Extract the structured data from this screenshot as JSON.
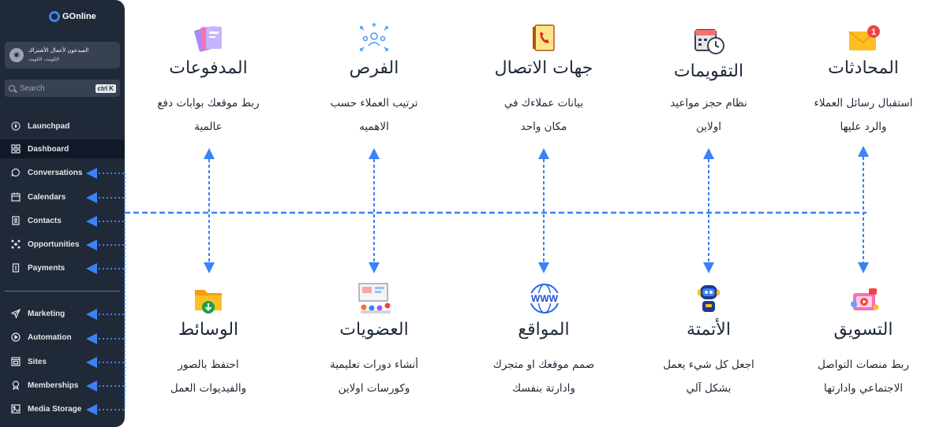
{
  "sidebar": {
    "logo_text": "GOnline",
    "account_name": "المبدعون لأعمال الأشتراك",
    "account_location": "الكويت، الكويت",
    "search_placeholder": "Search",
    "search_shortcut": "ctrl K",
    "items": [
      {
        "label": "Launchpad",
        "icon": "rocket-icon"
      },
      {
        "label": "Dashboard",
        "icon": "grid-icon",
        "active": true
      },
      {
        "label": "Conversations",
        "icon": "chat-icon"
      },
      {
        "label": "Calendars",
        "icon": "calendar-icon"
      },
      {
        "label": "Contacts",
        "icon": "contact-book-icon"
      },
      {
        "label": "Opportunities",
        "icon": "network-icon"
      },
      {
        "label": "Payments",
        "icon": "receipt-icon"
      },
      {
        "label": "Marketing",
        "icon": "send-icon"
      },
      {
        "label": "Automation",
        "icon": "automation-icon"
      },
      {
        "label": "Sites",
        "icon": "browser-icon"
      },
      {
        "label": "Memberships",
        "icon": "award-icon"
      },
      {
        "label": "Media Storage",
        "icon": "image-icon"
      }
    ]
  },
  "features_top": [
    {
      "title": "المحادثات",
      "desc1": "استقبال رسائل العملاء",
      "desc2": "والرد عليها",
      "icon": "envelope-notification-icon",
      "badge": "1"
    },
    {
      "title": "التقويمات",
      "desc1": "نظام حجز مواعيد",
      "desc2": "اولاين",
      "icon": "calendar-clock-icon"
    },
    {
      "title": "جهات الاتصال",
      "desc1": "بيانات عملاءك في",
      "desc2": "مكان واحد",
      "icon": "phone-book-icon"
    },
    {
      "title": "الفرص",
      "desc1": "ترتيب العملاء حسب",
      "desc2": "الاهميه",
      "icon": "people-arrows-icon"
    },
    {
      "title": "المدفوعات",
      "desc1": "ربط موقعك بوابات دفع",
      "desc2": "عالمية",
      "icon": "payment-cards-icon"
    }
  ],
  "features_bottom": [
    {
      "title": "التسويق",
      "desc1": "ربط منصات التواصل",
      "desc2": "الاجتماعي وادارتها",
      "icon": "social-media-icon"
    },
    {
      "title": "الأتمتة",
      "desc1": "اجعل كل شيء يعمل",
      "desc2": "بشكل آلي",
      "icon": "robot-icon"
    },
    {
      "title": "المواقع",
      "desc1": "صمم موقعك او متجرك",
      "desc2": "وادارتة بنفسك",
      "icon": "www-globe-icon",
      "icon_text": "WWW"
    },
    {
      "title": "العضويات",
      "desc1": "أنشاء دورات تعليمية",
      "desc2": "وكورسات اولاين",
      "icon": "presentation-icon"
    },
    {
      "title": "الوسائط",
      "desc1": "احتفظ بالصور",
      "desc2": "والفيديوات العمل",
      "icon": "folder-download-icon"
    }
  ],
  "colors": {
    "sidebar_bg": "#1f2937",
    "connector": "#3b82f6",
    "badge": "#ef4444",
    "text": "#1f2937"
  }
}
